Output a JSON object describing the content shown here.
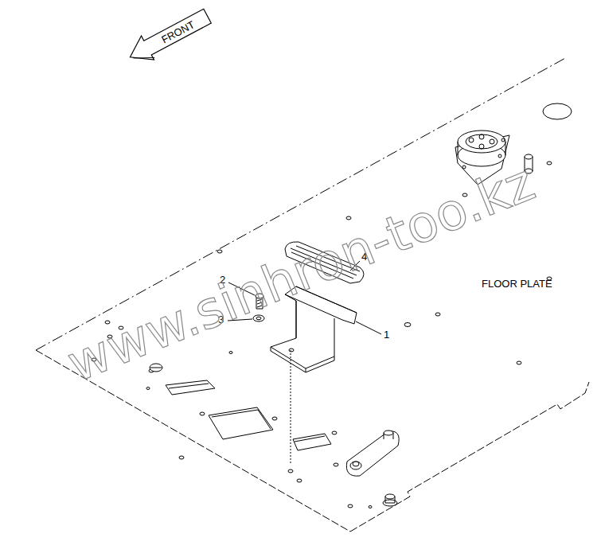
{
  "diagram": {
    "nodes": [
      {
        "text": [
          "FRONT"
        ]
      }
    ],
    "labels": [
      "FLOOR PLATE",
      "2",
      "3",
      "4",
      "1",
      "www.sinhron-too.kz"
    ]
  }
}
